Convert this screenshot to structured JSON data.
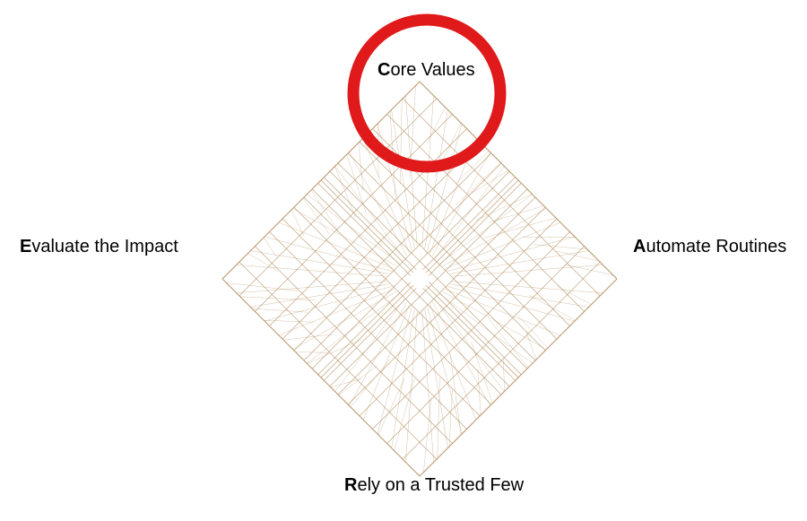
{
  "labels": {
    "top": {
      "initial": "C",
      "rest": "ore Values"
    },
    "left": {
      "initial": "E",
      "rest": "valuate the Impact"
    },
    "right": {
      "initial": "A",
      "rest": "utomate Routines"
    },
    "bottom": {
      "initial": "R",
      "rest": "ely on a Trusted Few"
    }
  },
  "colors": {
    "mesh": "#b08a5a",
    "highlight_ring": "#e0191b",
    "text": "#000000"
  },
  "highlight": "top"
}
